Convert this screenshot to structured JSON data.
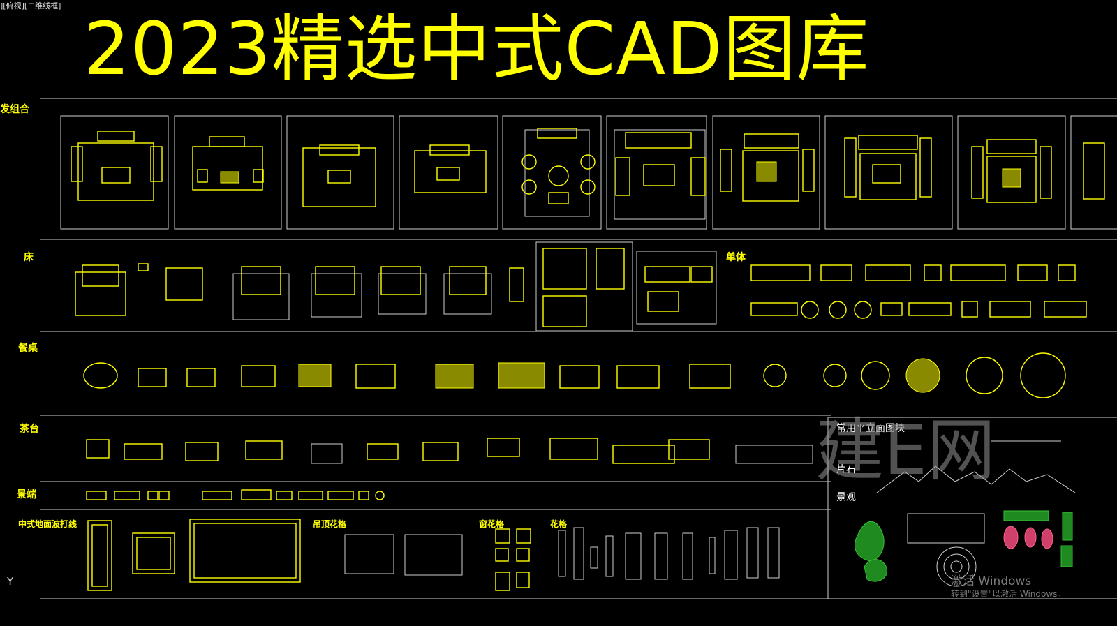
{
  "viewport_label": "][俯视][二维线框]",
  "title": "2023精选中式CAD图库",
  "sections": {
    "sofa": "发组合",
    "bed": "床",
    "single": "单体",
    "dining": "餐桌",
    "tea": "茶台",
    "landscape_end": "景端",
    "floor_pattern": "中式地面波打线",
    "ceiling_pattern": "吊顶花格",
    "window_grille": "窗花格",
    "lattice": "花格",
    "common_blocks": "常用平立面图块",
    "rock": "片石",
    "scenery": "景观"
  },
  "watermark": "建E网",
  "windows_activate": "激活 Windows",
  "windows_activate_sub": "转到\"设置\"以激活 Windows。",
  "axis_label": "Y",
  "colors": {
    "background": "#000000",
    "cad_yellow": "#ffff00",
    "frame_gray": "#cfcfcf",
    "plant_green": "#35c235",
    "accent_pink": "#ff6090"
  }
}
